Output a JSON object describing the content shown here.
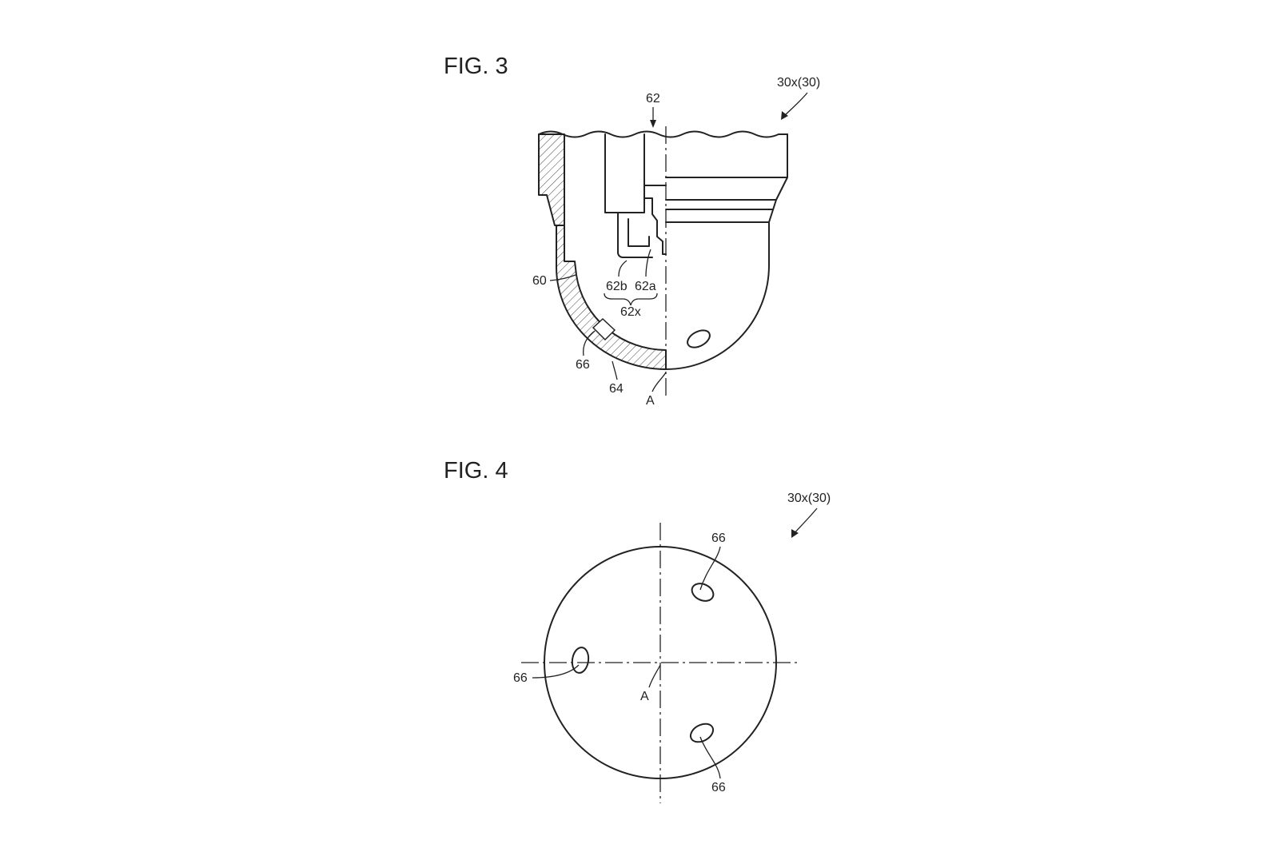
{
  "fig3": {
    "title": "FIG. 3",
    "assembly_label": "30x(30)",
    "labels": {
      "l62": "62",
      "l60": "60",
      "l62b": "62b",
      "l62a": "62a",
      "l62x": "62x",
      "l66": "66",
      "l64": "64",
      "lA": "A"
    }
  },
  "fig4": {
    "title": "FIG. 4",
    "assembly_label": "30x(30)",
    "labels": {
      "l66_top": "66",
      "l66_left": "66",
      "l66_bottom": "66",
      "lA": "A"
    }
  }
}
